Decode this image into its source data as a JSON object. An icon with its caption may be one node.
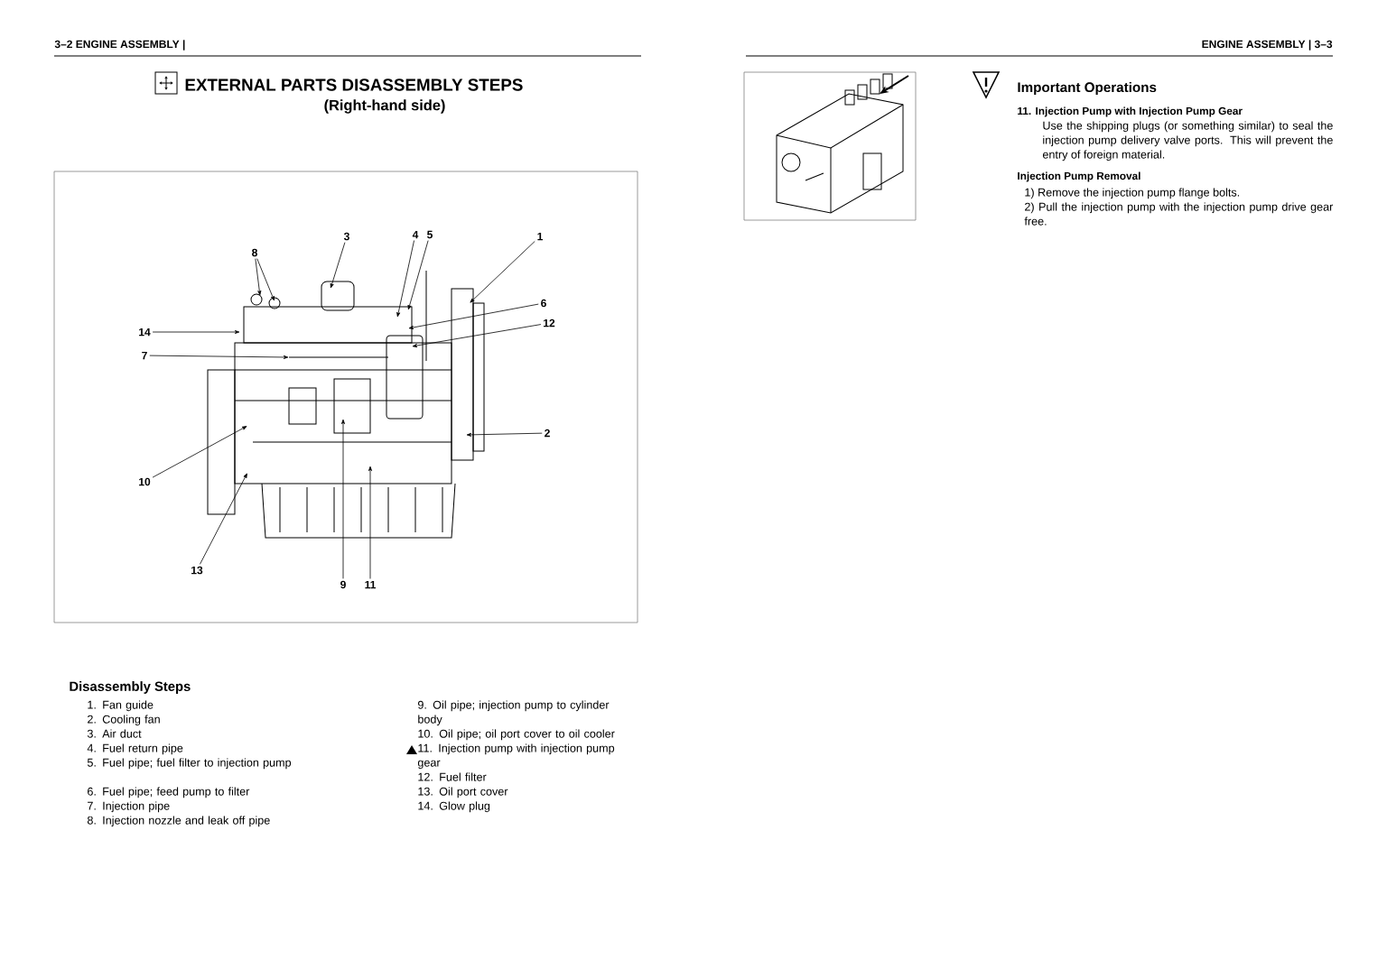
{
  "diagram": {
    "title": "EXTERNAL PARTS DISASSEMBLY STEPS",
    "nodes": [
      {
        "text": [
          "3"
        ]
      },
      {
        "text": [
          "4"
        ]
      },
      {
        "text": [
          "5"
        ]
      },
      {
        "text": [
          "1"
        ]
      },
      {
        "text": [
          "8"
        ]
      },
      {
        "text": [
          "6"
        ]
      },
      {
        "text": [
          "12"
        ]
      },
      {
        "text": [
          "14"
        ]
      },
      {
        "text": [
          "7"
        ]
      },
      {
        "text": [
          "2"
        ]
      },
      {
        "text": [
          "10"
        ]
      },
      {
        "text": [
          "13"
        ]
      },
      {
        "text": [
          "9"
        ]
      },
      {
        "text": [
          "11"
        ]
      }
    ],
    "edges": [
      {
        "from": 0,
        "to": null,
        "arrow": "to"
      },
      {
        "from": 1,
        "to": null,
        "arrow": "to"
      },
      {
        "from": 2,
        "to": null,
        "arrow": "to"
      },
      {
        "from": 3,
        "to": null,
        "arrow": "to"
      },
      {
        "from": 4,
        "to": null,
        "arrow": "to"
      },
      {
        "from": 4,
        "to": null,
        "arrow": "to"
      },
      {
        "from": 5,
        "to": null,
        "arrow": "to"
      },
      {
        "from": 6,
        "to": null,
        "arrow": "to"
      },
      {
        "from": 7,
        "to": null,
        "arrow": "to"
      },
      {
        "from": 8,
        "to": null,
        "arrow": "to"
      },
      {
        "from": 9,
        "to": null,
        "arrow": "to"
      },
      {
        "from": 10,
        "to": null,
        "arrow": "to"
      },
      {
        "from": 11,
        "to": null,
        "arrow": "to"
      },
      {
        "from": 12,
        "to": null,
        "arrow": "to"
      },
      {
        "from": 13,
        "to": null,
        "arrow": "to"
      }
    ],
    "labels": [
      "3–2 ENGINE ASSEMBLY |",
      "(Right-hand side)",
      "ENGINE ASSEMBLY | 3–3",
      "Important Operations",
      "11. Injection Pump with Injection Pump Gear",
      "Use the shipping plugs (or something similar) to seal the injection pump delivery valve ports. This will prevent the entry of foreign material.",
      "Injection Pump Removal",
      "1) Remove the injection pump flange bolts.",
      "2) Pull the injection pump with the injection pump drive gear free.",
      "Disassembly Steps",
      "1. Fan guide",
      "2. Cooling fan",
      "3. Air duct",
      "4. Fuel return pipe",
      "5. Fuel pipe; fuel filter to injection pump",
      "6. Fuel pipe; feed pump to filter",
      "7. Injection pipe",
      "8. Injection nozzle and leak off pipe",
      "9. Oil pipe; injection pump to cylinder body",
      "10. Oil pipe; oil port cover to oil cooler",
      "11. Injection pump with injection pump gear",
      "12. Fuel filter",
      "13. Oil port cover",
      "14. Glow plug"
    ]
  }
}
